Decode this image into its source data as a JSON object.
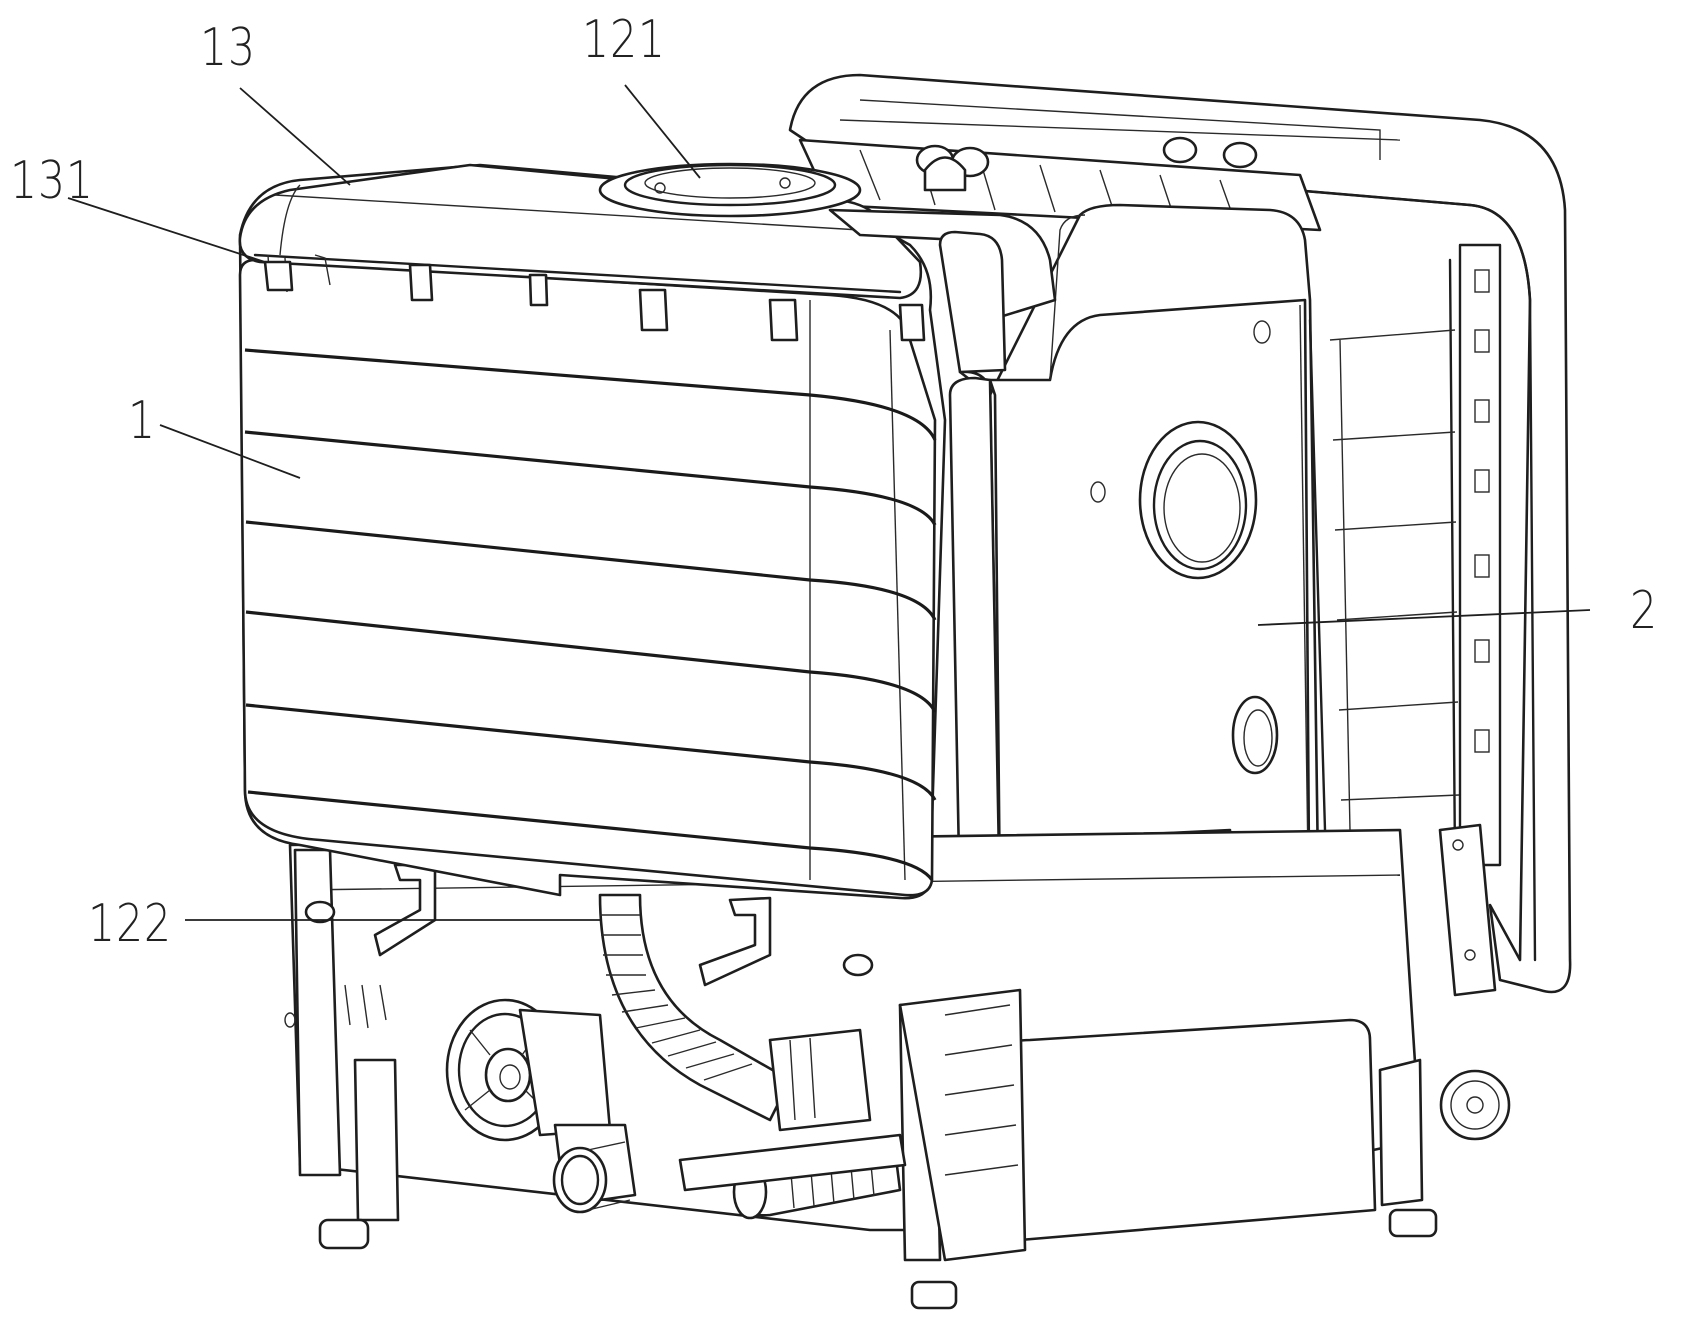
{
  "labels": {
    "l13": "13",
    "l121": "121",
    "l131": "131",
    "l1": "1",
    "l2": "2",
    "l122": "122"
  }
}
